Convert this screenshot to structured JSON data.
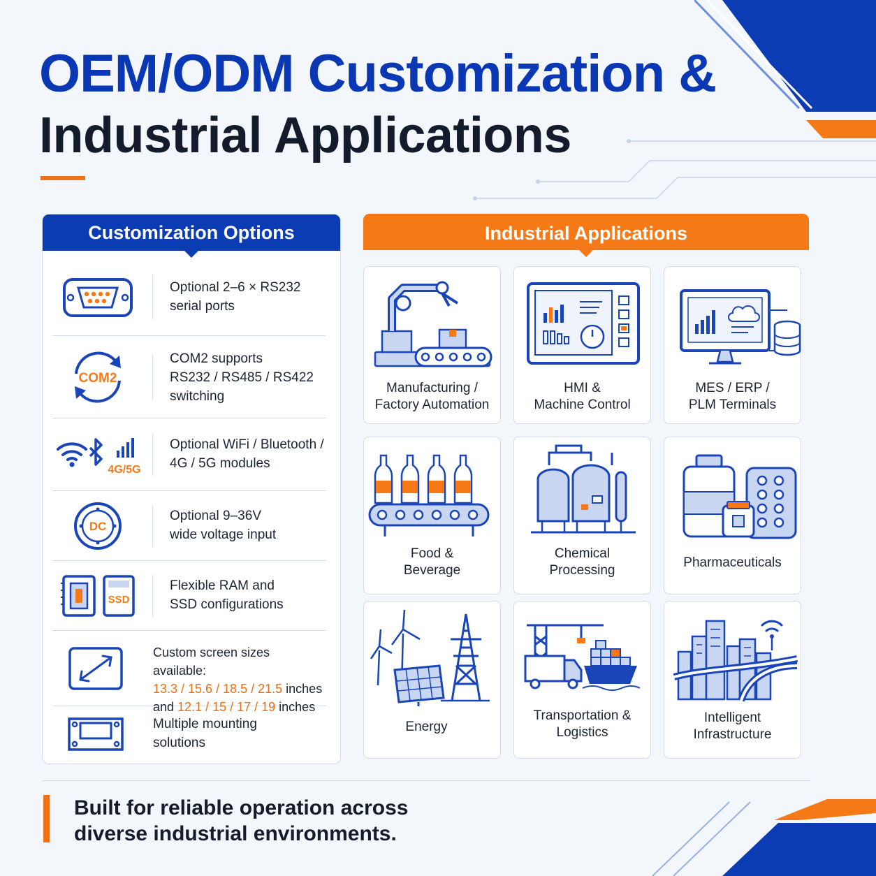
{
  "title": {
    "line1_blue": "OEM/ODM Customization &",
    "line2": "Industrial Applications"
  },
  "customization": {
    "heading": "Customization Options",
    "icon_labels": {
      "com2": "COM2",
      "wireless": "4G/5G",
      "dc": "DC",
      "ssd": "SSD"
    },
    "items": [
      {
        "icon": "serial-port-icon",
        "lines": [
          "Optional 2–6 × RS232",
          "serial ports"
        ]
      },
      {
        "icon": "com2-switch-icon",
        "lines": [
          "COM2 supports",
          "RS232 / RS485 / RS422",
          "switching"
        ]
      },
      {
        "icon": "wireless-icon",
        "lines": [
          "Optional WiFi / Bluetooth /",
          "4G / 5G modules"
        ]
      },
      {
        "icon": "dc-power-icon",
        "lines": [
          "Optional 9–36V",
          "wide voltage input"
        ]
      },
      {
        "icon": "ram-ssd-icon",
        "lines": [
          "Flexible RAM and",
          "SSD configurations"
        ]
      },
      {
        "icon": "screen-size-icon",
        "screen": {
          "line1": "Custom screen sizes available:",
          "sizes_a": "13.3 / 15.6 / 18.5 / 21.5",
          "unit_a": " inches",
          "and": "and ",
          "sizes_b": "12.1 / 15 / 17 / 19",
          "unit_b": " inches"
        }
      },
      {
        "icon": "mounting-icon",
        "lines": [
          "Multiple mounting",
          "solutions"
        ]
      }
    ]
  },
  "applications": {
    "heading": "Industrial Applications",
    "tiles": [
      {
        "icon": "robot-arm-icon",
        "lines": [
          "Manufacturing /",
          "Factory Automation"
        ]
      },
      {
        "icon": "hmi-panel-icon",
        "lines": [
          "HMI &",
          "Machine Control"
        ]
      },
      {
        "icon": "mes-terminal-icon",
        "lines": [
          "MES / ERP /",
          "PLM Terminals"
        ]
      },
      {
        "icon": "bottling-line-icon",
        "lines": [
          "Food &",
          "Beverage"
        ]
      },
      {
        "icon": "chemical-tanks-icon",
        "lines": [
          "Chemical",
          "Processing"
        ]
      },
      {
        "icon": "pharma-icon",
        "lines": [
          "Pharmaceuticals"
        ]
      },
      {
        "icon": "energy-icon",
        "lines": [
          "Energy"
        ]
      },
      {
        "icon": "logistics-icon",
        "lines": [
          "Transportation &",
          "Logistics"
        ]
      },
      {
        "icon": "smart-city-icon",
        "lines": [
          "Intelligent",
          "Infrastructure"
        ]
      }
    ]
  },
  "footer": {
    "line1": "Built for reliable operation across",
    "line2": "diverse industrial environments."
  },
  "colors": {
    "blue": "#0b3cb3",
    "orange": "#f57a17",
    "icon_blue": "#1a45b8",
    "icon_light": "#c9d6f2"
  }
}
